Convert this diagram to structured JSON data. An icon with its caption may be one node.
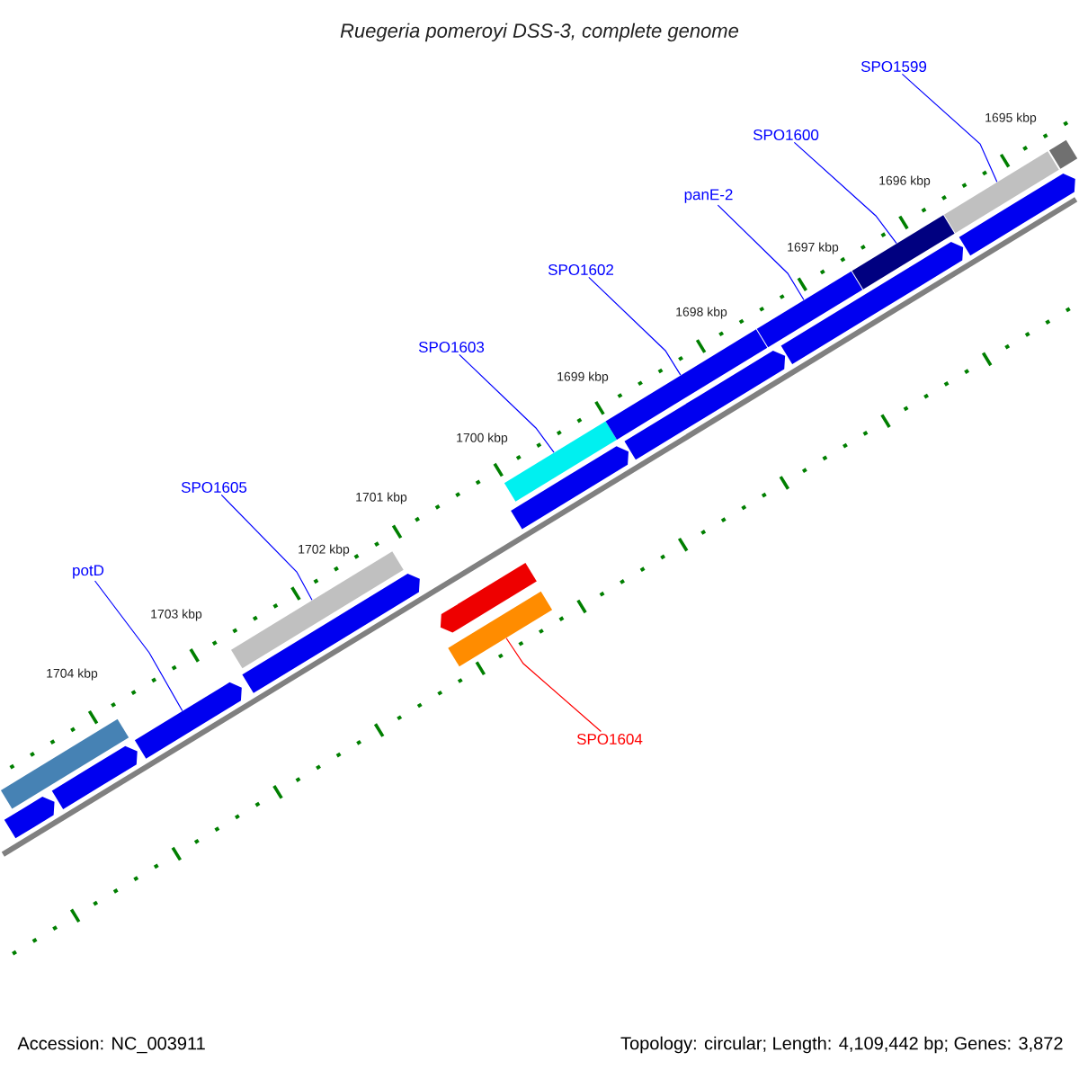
{
  "diagram": {
    "title": "Ruegeria pomeroyi DSS-3, complete genome",
    "nodes": [
      {
        "text": [
          "SPO1599"
        ]
      },
      {
        "text": [
          "SPO1600"
        ]
      },
      {
        "text": [
          "panE-2"
        ]
      },
      {
        "text": [
          "SPO1602"
        ]
      },
      {
        "text": [
          "SPO1603"
        ]
      },
      {
        "text": [
          "SPO1605"
        ]
      },
      {
        "text": [
          "potD"
        ]
      },
      {
        "text": [
          "SPO1604"
        ]
      },
      {
        "text": [],
        "shape": "bar"
      },
      {
        "text": [],
        "shape": "pentagon"
      },
      {
        "text": [],
        "shape": "pentagon"
      },
      {
        "text": [],
        "shape": "pentagon"
      },
      {
        "text": [],
        "shape": "pentagon"
      },
      {
        "text": [],
        "shape": "bar"
      },
      {
        "text": [],
        "shape": "bar"
      },
      {
        "text": [],
        "shape": "pentagon"
      },
      {
        "text": [],
        "shape": "pentagon"
      },
      {
        "text": [],
        "shape": "bar"
      },
      {
        "text": [],
        "shape": "bar"
      },
      {
        "text": [],
        "shape": "pentagon"
      },
      {
        "text": [],
        "shape": "bar"
      },
      {
        "text": [],
        "shape": "pentagon"
      },
      {
        "text": [],
        "shape": "bar"
      },
      {
        "text": [],
        "shape": "pentagon"
      },
      {
        "text": [],
        "shape": "bar"
      },
      {
        "text": [],
        "shape": "bar"
      }
    ],
    "edges": [
      {
        "from": 0,
        "to": 24,
        "arrow": "none"
      },
      {
        "from": 1,
        "to": 22,
        "arrow": "none"
      },
      {
        "from": 2,
        "to": 20,
        "arrow": "none"
      },
      {
        "from": 3,
        "to": 18,
        "arrow": "none"
      },
      {
        "from": 4,
        "to": 17,
        "arrow": "none"
      },
      {
        "from": 5,
        "to": 13,
        "arrow": "none"
      },
      {
        "from": 6,
        "to": 11,
        "arrow": "none"
      },
      {
        "from": 7,
        "to": 14,
        "arrow": "none",
        "color": "#ff0000"
      }
    ],
    "labels": [
      "1695 kbp",
      "1696 kbp",
      "1697 kbp",
      "1698 kbp",
      "1699 kbp",
      "1700 kbp",
      "1701 kbp",
      "1702 kbp",
      "1703 kbp",
      "1704 kbp",
      "Accession: NC_003911",
      "Topology: circular; Length: 4,109,442 bp; Genes: 3,872"
    ]
  }
}
